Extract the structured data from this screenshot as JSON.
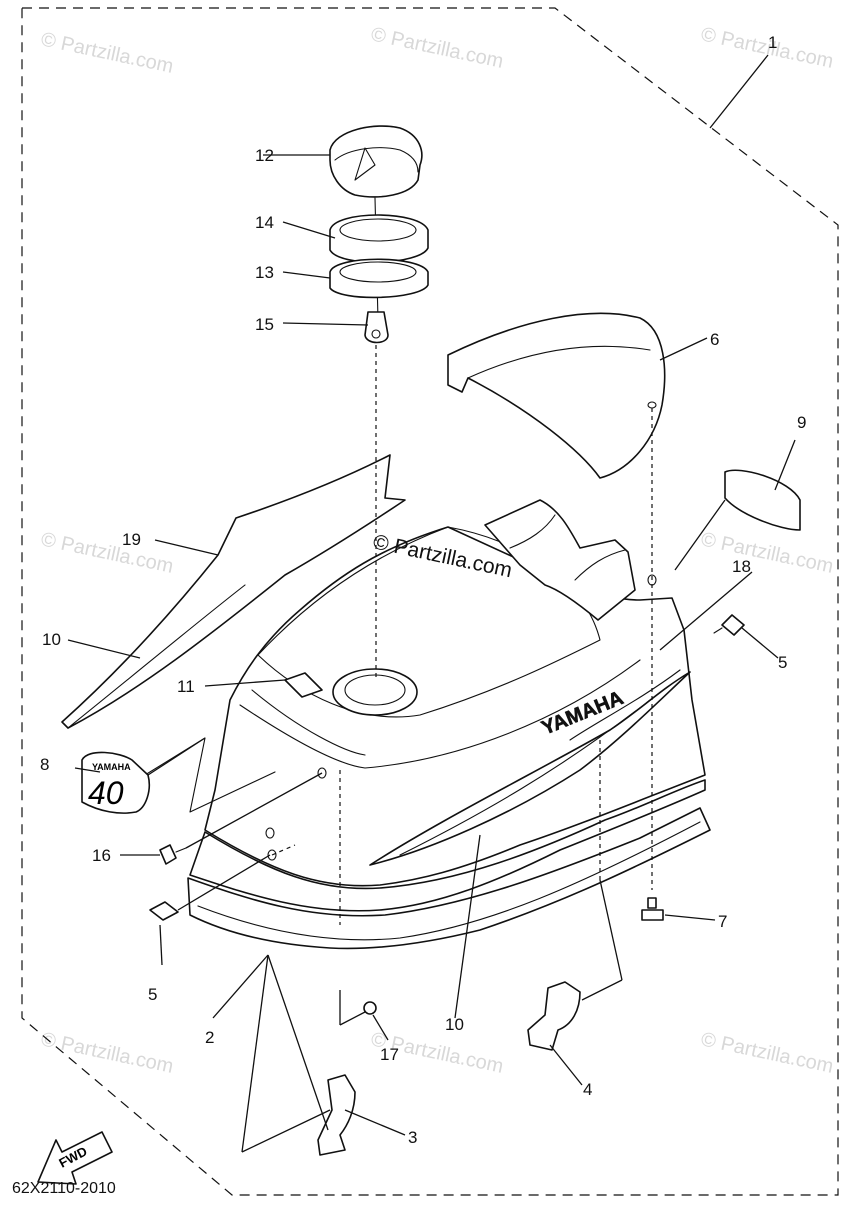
{
  "diagram": {
    "code": "62X2110-2010",
    "center_watermark": "© Partzilla.com",
    "watermark": "© Partzilla.com",
    "brand": "YAMAHA",
    "decal_number": "40",
    "fwd_label": "FWD",
    "callouts": [
      "1",
      "2",
      "3",
      "4",
      "5",
      "5",
      "6",
      "7",
      "8",
      "9",
      "10",
      "10",
      "11",
      "12",
      "13",
      "14",
      "15",
      "16",
      "17",
      "18",
      "19"
    ]
  }
}
